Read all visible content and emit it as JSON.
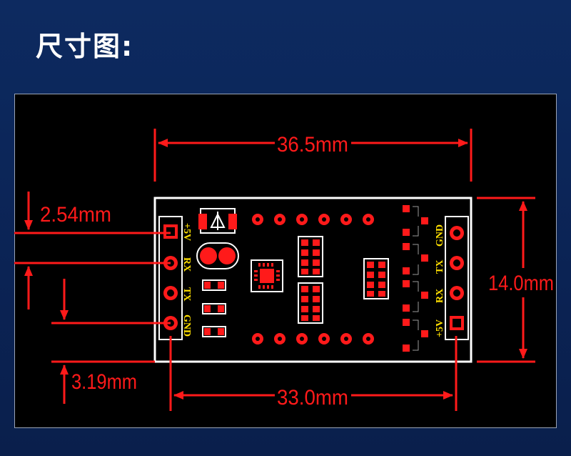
{
  "title": "尺寸图:",
  "dimensions": {
    "width_total": "36.5mm",
    "width_pitch_span": "33.0mm",
    "height": "14.0mm",
    "pitch": "2.54mm",
    "edge_offset": "3.19mm"
  },
  "left_header_labels": [
    "+5V",
    "RX",
    "TX",
    "GND"
  ],
  "right_header_labels": [
    "GND",
    "TX",
    "RX",
    "+5V"
  ],
  "colors": {
    "dimension_red": "#ff1a1a",
    "silkscreen_yellow": "#ffe000",
    "outline_white": "#ffffff",
    "panel_black": "#000000"
  }
}
